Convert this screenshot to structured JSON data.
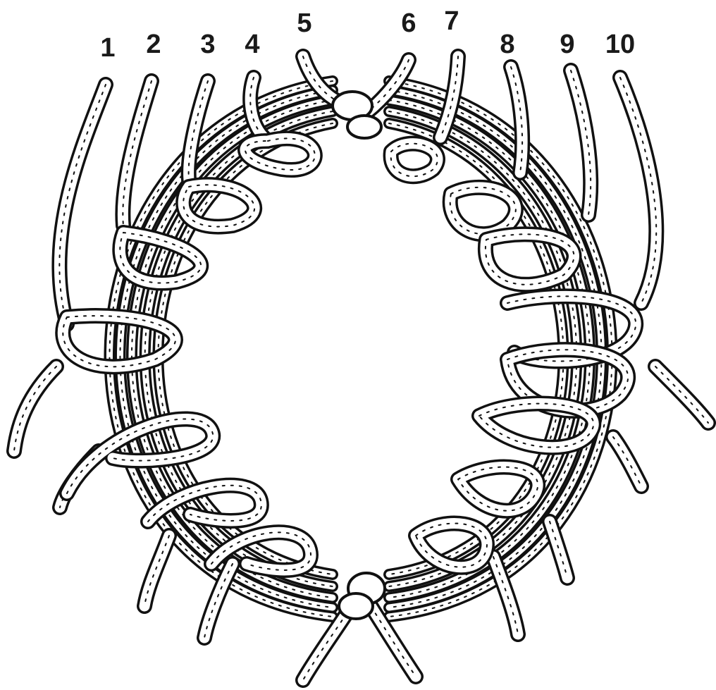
{
  "cord_labels": [
    "1",
    "2",
    "3",
    "4",
    "5",
    "6",
    "7",
    "8",
    "9",
    "10"
  ],
  "colors": {
    "ink": "#111111",
    "paper": "#ffffff"
  }
}
